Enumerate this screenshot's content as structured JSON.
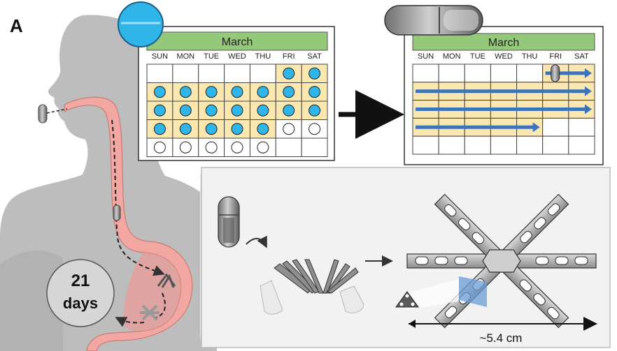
{
  "figure": {
    "panel_label": "A",
    "duration_number": "21",
    "duration_unit": "days",
    "scale_label": "~5.4 cm"
  },
  "calendar_daily": {
    "month": "March",
    "weekdays": [
      "SUN",
      "MON",
      "TUE",
      "WED",
      "THU",
      "FRI",
      "SAT"
    ],
    "taken_days": 21,
    "remaining_days": 7
  },
  "calendar_extended": {
    "month": "March",
    "weekdays": [
      "SUN",
      "MON",
      "TUE",
      "WED",
      "THU",
      "FRI",
      "SAT"
    ],
    "coverage_days": 21
  },
  "colors": {
    "header_green": "#94c97a",
    "covered_yellow": "#fbe7b0",
    "pill_cyan": "#2fb5e8",
    "arrow_blue": "#3b74b8",
    "silhouette_gray": "#bdbdbd",
    "gi_tract_pink": "#f2a7a2"
  },
  "icons": [
    "pill-icon",
    "capsule-icon",
    "stomach-icon",
    "star-device-icon"
  ]
}
